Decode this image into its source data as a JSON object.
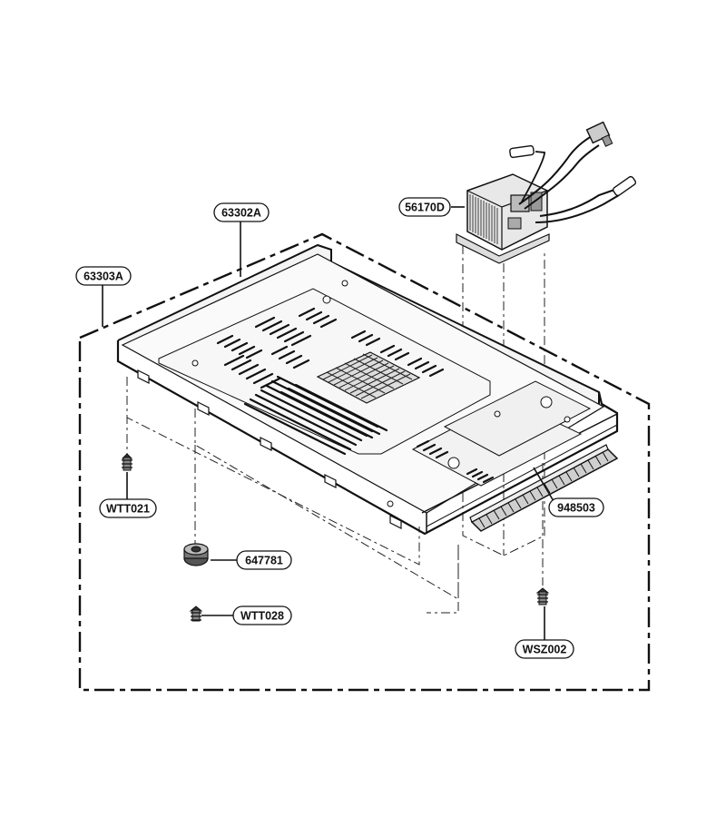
{
  "parts": {
    "transformer": "56170D",
    "base_plate": "63302A",
    "enclosure": "63303A",
    "screw_left": "WTT021",
    "foot": "647781",
    "screw_foot": "WTT028",
    "sponge_strip": "948503",
    "screw_right": "WSZ002"
  }
}
